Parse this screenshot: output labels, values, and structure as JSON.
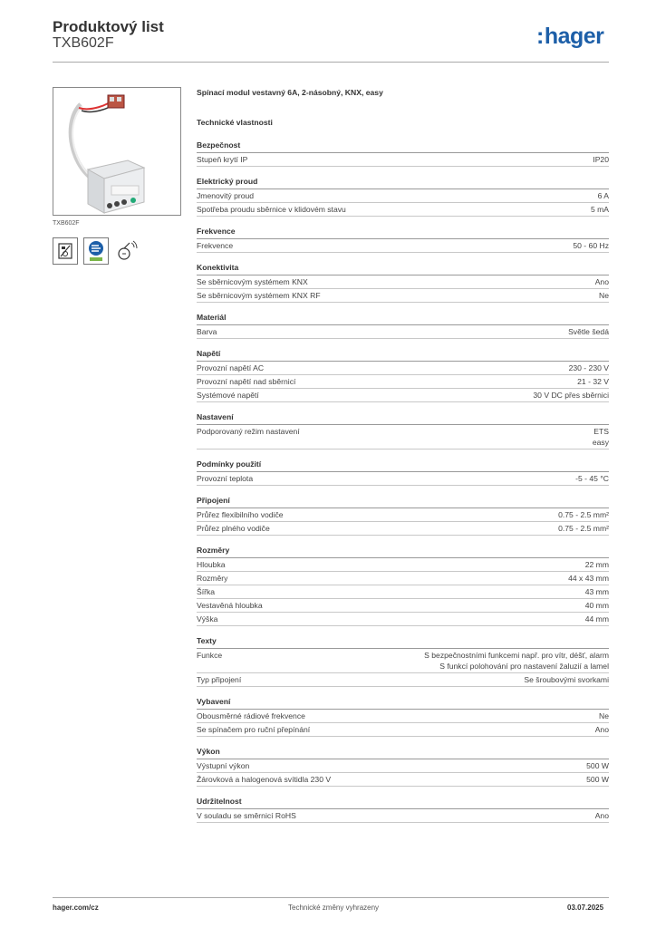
{
  "header": {
    "title": "Produktový list",
    "subtitle": "TXB602F",
    "logo_text": "hager"
  },
  "product": {
    "image_caption": "TXB602F",
    "name": "Spínací modul vestavný 6A, 2-násobný, KNX, easy",
    "icons": [
      "module-diagram-icon",
      "knx-easy-badge-icon",
      "rf-socket-icon"
    ]
  },
  "tech_title": "Technické vlastnosti",
  "sections": [
    {
      "title": "Bezpečnost",
      "rows": [
        {
          "k": "Stupeň krytí IP",
          "v": [
            "IP20"
          ]
        }
      ]
    },
    {
      "title": "Elektrický proud",
      "rows": [
        {
          "k": "Jmenovitý proud",
          "v": [
            "6 A"
          ]
        },
        {
          "k": "Spotřeba proudu sběrnice v klidovém stavu",
          "v": [
            "5 mA"
          ]
        }
      ]
    },
    {
      "title": "Frekvence",
      "rows": [
        {
          "k": "Frekvence",
          "v": [
            "50 - 60 Hz"
          ]
        }
      ]
    },
    {
      "title": "Konektivita",
      "rows": [
        {
          "k": "Se sběrnicovým systémem KNX",
          "v": [
            "Ano"
          ]
        },
        {
          "k": "Se sběrnicovým systémem KNX RF",
          "v": [
            "Ne"
          ]
        }
      ]
    },
    {
      "title": "Materiál",
      "rows": [
        {
          "k": "Barva",
          "v": [
            "Světle šedá"
          ]
        }
      ]
    },
    {
      "title": "Napětí",
      "rows": [
        {
          "k": "Provozní napětí AC",
          "v": [
            "230 - 230 V"
          ]
        },
        {
          "k": "Provozní napětí nad sběrnicí",
          "v": [
            "21 - 32 V"
          ]
        },
        {
          "k": "Systémové napětí",
          "v": [
            "30 V DC přes sběrnici"
          ]
        }
      ]
    },
    {
      "title": "Nastavení",
      "rows": [
        {
          "k": "Podporovaný režim nastavení",
          "v": [
            "ETS",
            "easy"
          ]
        }
      ]
    },
    {
      "title": "Podmínky použití",
      "rows": [
        {
          "k": "Provozní teplota",
          "v": [
            "-5 - 45 °C"
          ]
        }
      ]
    },
    {
      "title": "Připojení",
      "rows": [
        {
          "k": "Průřez flexibilního vodiče",
          "v": [
            "0.75 - 2.5 mm²"
          ]
        },
        {
          "k": "Průřez plného vodiče",
          "v": [
            "0.75 - 2.5 mm²"
          ]
        }
      ]
    },
    {
      "title": "Rozměry",
      "rows": [
        {
          "k": "Hloubka",
          "v": [
            "22 mm"
          ]
        },
        {
          "k": "Rozměry",
          "v": [
            "44 x 43 mm"
          ]
        },
        {
          "k": "Šířka",
          "v": [
            "43 mm"
          ]
        },
        {
          "k": "Vestavěná hloubka",
          "v": [
            "40 mm"
          ]
        },
        {
          "k": "Výška",
          "v": [
            "44 mm"
          ]
        }
      ]
    },
    {
      "title": "Texty",
      "rows": [
        {
          "k": "Funkce",
          "v": [
            "S bezpečnostními funkcemi např. pro vítr, déšť, alarm",
            "S funkcí polohování pro nastavení žaluzií a lamel"
          ]
        },
        {
          "k": "Typ připojení",
          "v": [
            "Se šroubovými svorkami"
          ]
        }
      ]
    },
    {
      "title": "Vybavení",
      "rows": [
        {
          "k": "Obousměrné rádiové frekvence",
          "v": [
            "Ne"
          ]
        },
        {
          "k": "Se spínačem pro ruční přepínání",
          "v": [
            "Ano"
          ]
        }
      ]
    },
    {
      "title": "Výkon",
      "rows": [
        {
          "k": "Výstupní výkon",
          "v": [
            "500 W"
          ]
        },
        {
          "k": "Žárovková a halogenová svítidla 230 V",
          "v": [
            "500 W"
          ]
        }
      ]
    },
    {
      "title": "Udržitelnost",
      "rows": [
        {
          "k": "V souladu se směrnicí RoHS",
          "v": [
            "Ano"
          ]
        }
      ]
    }
  ],
  "footer": {
    "website": "hager.com/cz",
    "note": "Technické změny vyhrazeny",
    "date": "03.07.2025"
  },
  "colors": {
    "brand": "#1d5fa8",
    "rule": "#999999"
  }
}
